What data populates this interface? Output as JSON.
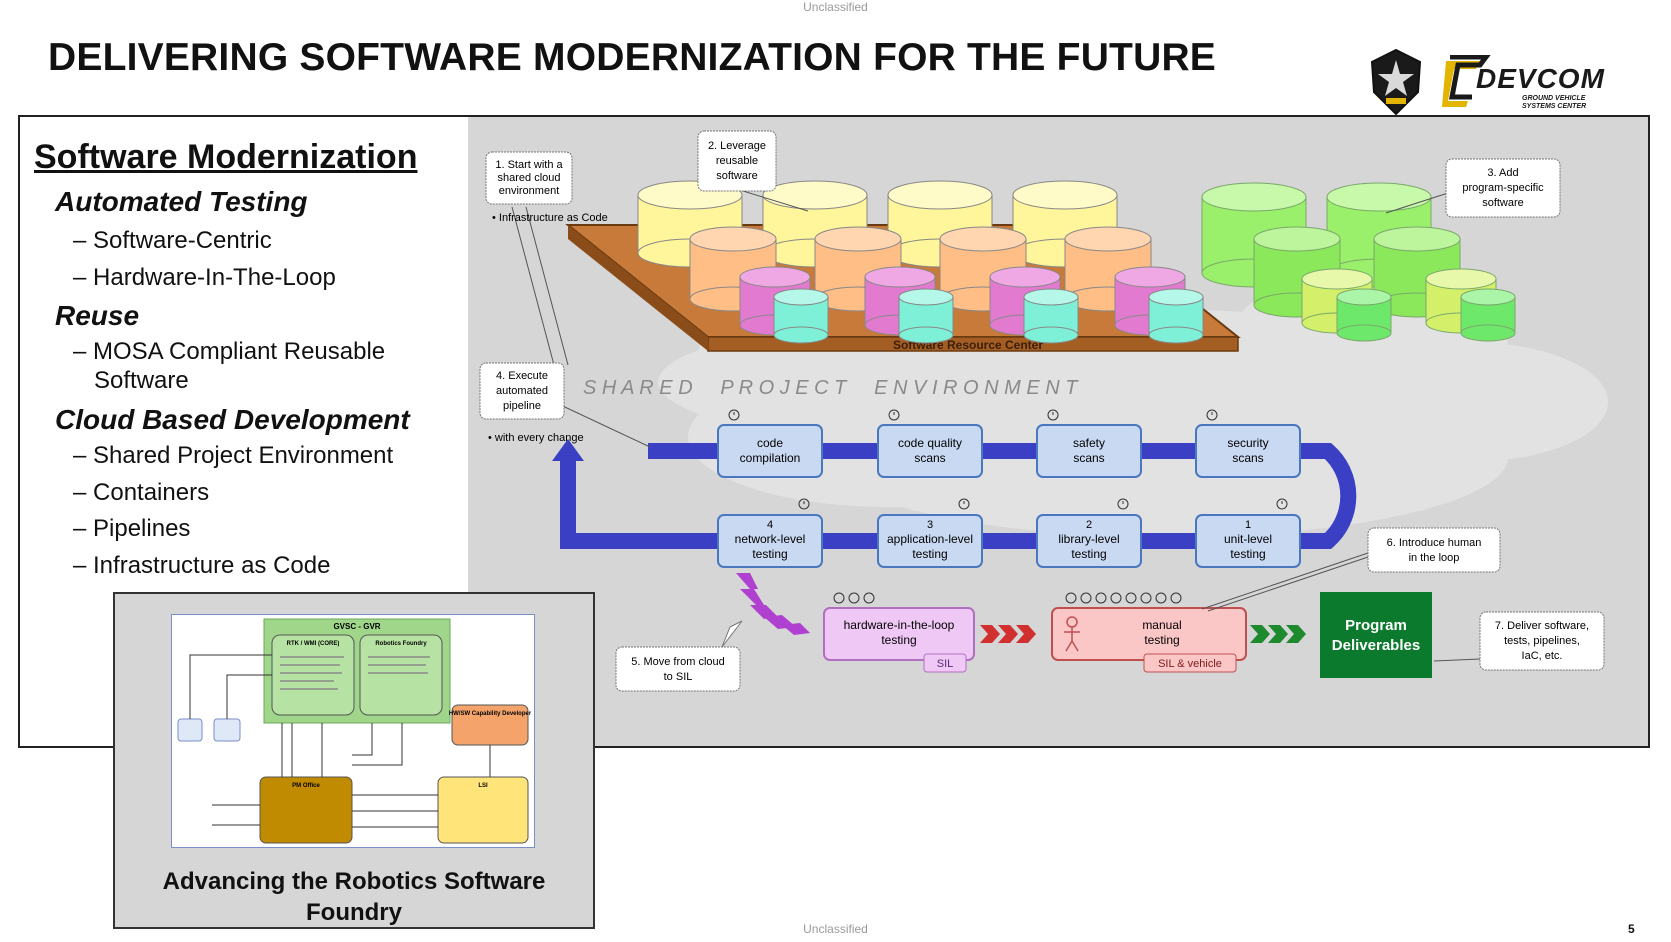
{
  "classification": "Unclassified",
  "title": "DELIVERING SOFTWARE MODERNIZATION FOR THE FUTURE",
  "logo": {
    "text": "DEVCOM",
    "subtext": "GROUND VEHICLE SYSTEMS CENTER"
  },
  "left": {
    "heading": "Software Modernization",
    "sections": [
      {
        "title": "Automated Testing",
        "items": [
          "– Software-Centric",
          "– Hardware-In-The-Loop"
        ]
      },
      {
        "title": "Reuse",
        "items": [
          "– MOSA Compliant Reusable",
          "Software"
        ]
      },
      {
        "title": "Cloud Based Development",
        "items": [
          "– Shared Project Environment",
          "– Containers",
          "– Pipelines",
          "– Infrastructure as Code"
        ]
      }
    ]
  },
  "inset": {
    "caption_line1": "Advancing the Robotics Software",
    "caption_line2": "Foundry",
    "org_labels": {
      "top": "GVSC - GVR",
      "left_box": "RTK / WMI (CORE)",
      "right_box": "Robotics Foundry",
      "orange": "HW/SW Capability Developer",
      "pm": "PM Office",
      "lsi": "LSI"
    }
  },
  "diagram": {
    "callouts": {
      "c1": [
        "1. Start with a",
        "shared cloud",
        "environment"
      ],
      "c1_bullet": "• Infrastructure as Code",
      "c2": [
        "2. Leverage",
        "reusable",
        "software"
      ],
      "c3": [
        "3. Add",
        "program-specific",
        "software"
      ],
      "c4": [
        "4. Execute",
        "automated",
        "pipeline"
      ],
      "c4_bullet": "• with every change",
      "c5": [
        "5. Move from cloud",
        "to SIL"
      ],
      "c6": [
        "6. Introduce human",
        "in the loop"
      ],
      "c7": [
        "7. Deliver software,",
        "tests, pipelines,",
        "IaC, etc."
      ]
    },
    "platform_label": "Software Resource Center",
    "shared_env": "S H A R E D     P R O J E C T     E N V I R O N M E N T",
    "pipeline_top": [
      [
        "code",
        "compilation"
      ],
      [
        "code quality",
        "scans"
      ],
      [
        "safety",
        "scans"
      ],
      [
        "security",
        "scans"
      ]
    ],
    "pipeline_bottom": [
      [
        "4",
        "network-level",
        "testing"
      ],
      [
        "3",
        "application-level",
        "testing"
      ],
      [
        "2",
        "library-level",
        "testing"
      ],
      [
        "1",
        "unit-level",
        "testing"
      ]
    ],
    "hil": [
      "hardware-in-the-loop",
      "testing"
    ],
    "hil_tag": "SIL",
    "manual": [
      "manual",
      "testing"
    ],
    "manual_tag": "SIL & vehicle",
    "deliverables": [
      "Program",
      "Deliverables"
    ],
    "colors": {
      "pipe_blue": "#3b3fc4",
      "box_fill": "#c9d9f2",
      "box_stroke": "#4a78c0",
      "deliver_green": "#0b7a2c",
      "gray_panel": "#d6d6d6"
    }
  },
  "page_number": "5"
}
